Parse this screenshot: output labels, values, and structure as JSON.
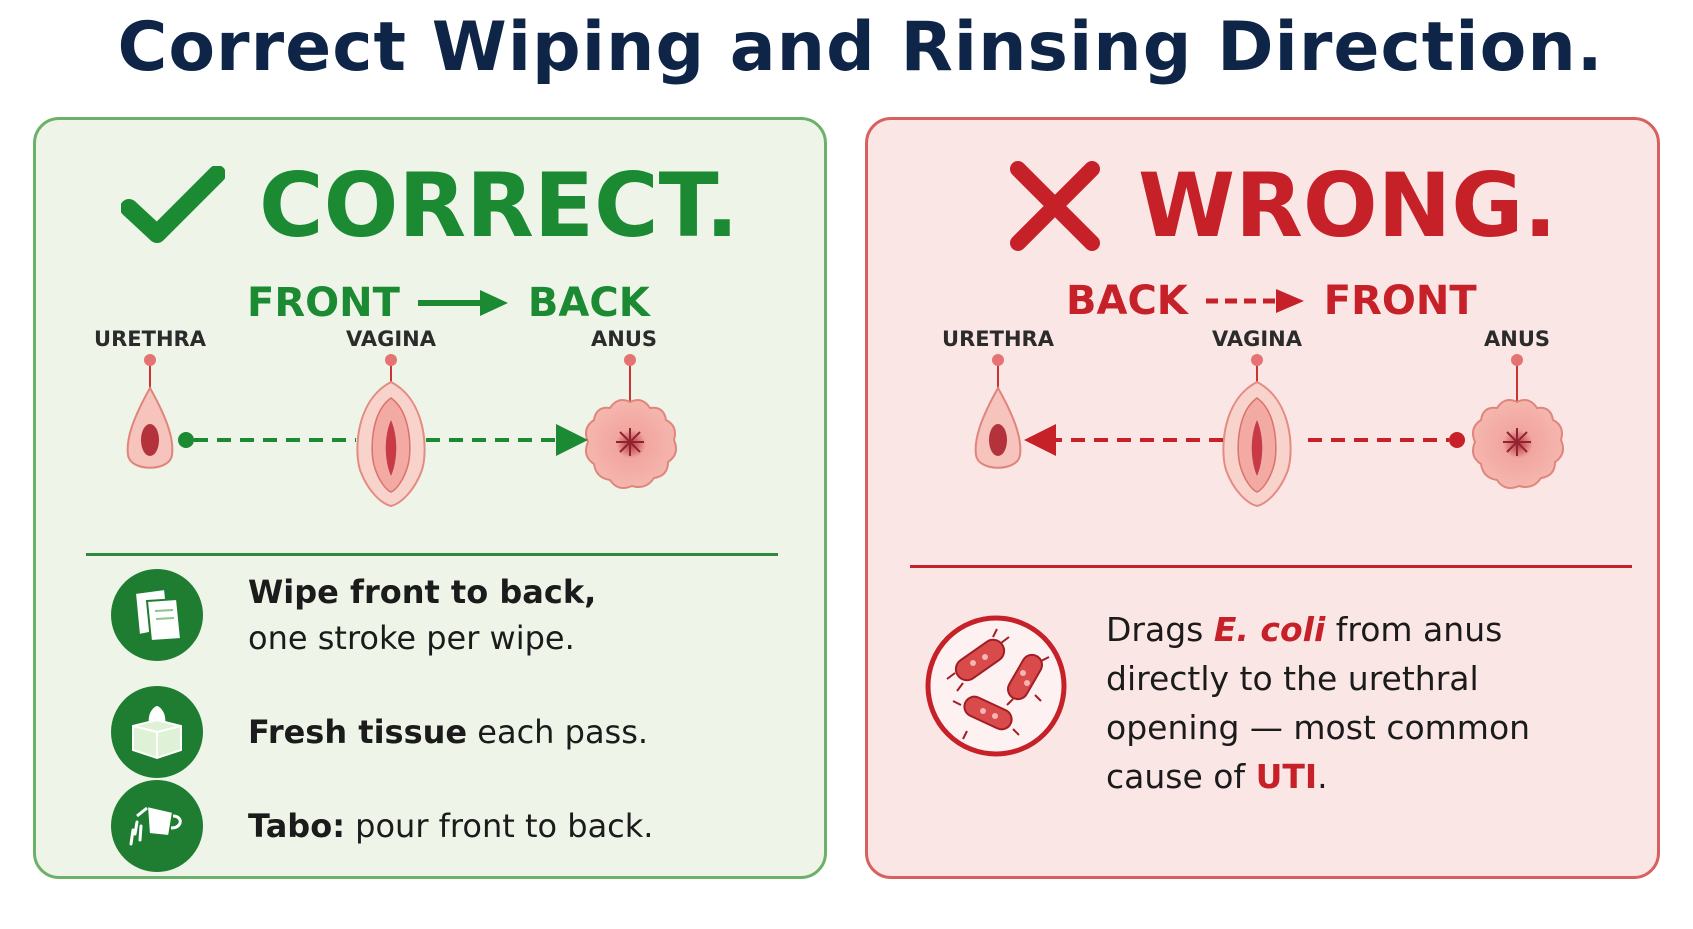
{
  "title": "Correct Wiping and Rinsing Direction.",
  "colors": {
    "navy": "#0f2548",
    "green": "#1b8a32",
    "red": "#c62128",
    "correct_bg": "#eef5e8",
    "wrong_bg": "#fbe6e6"
  },
  "correct": {
    "headline": "CORRECT.",
    "icon": "checkmark-icon",
    "direction_from": "FRONT",
    "direction_to": "BACK",
    "labels": {
      "urethra": "URETHRA",
      "vagina": "VAGINA",
      "anus": "ANUS"
    },
    "tips": [
      {
        "icon": "tissue-sheets-icon",
        "bold": "Wipe front to back,",
        "rest": "one stroke per wipe."
      },
      {
        "icon": "tissue-box-icon",
        "bold": "Fresh tissue",
        "rest": " each pass."
      },
      {
        "icon": "water-pitcher-icon",
        "bold": "Tabo:",
        "rest": " pour front to back."
      }
    ]
  },
  "wrong": {
    "headline": "WRONG.",
    "icon": "cross-icon",
    "direction_from": "BACK",
    "direction_to": "FRONT",
    "labels": {
      "urethra": "URETHRA",
      "vagina": "VAGINA",
      "anus": "ANUS"
    },
    "warning": {
      "icon": "bacteria-icon",
      "line1_a": "Drags ",
      "line1_b": "E. coli",
      "line1_c": " from anus",
      "line2": "directly to the urethral",
      "line3": "opening — most common",
      "line4_a": "cause of ",
      "line4_b": "UTI",
      "line4_c": "."
    }
  }
}
